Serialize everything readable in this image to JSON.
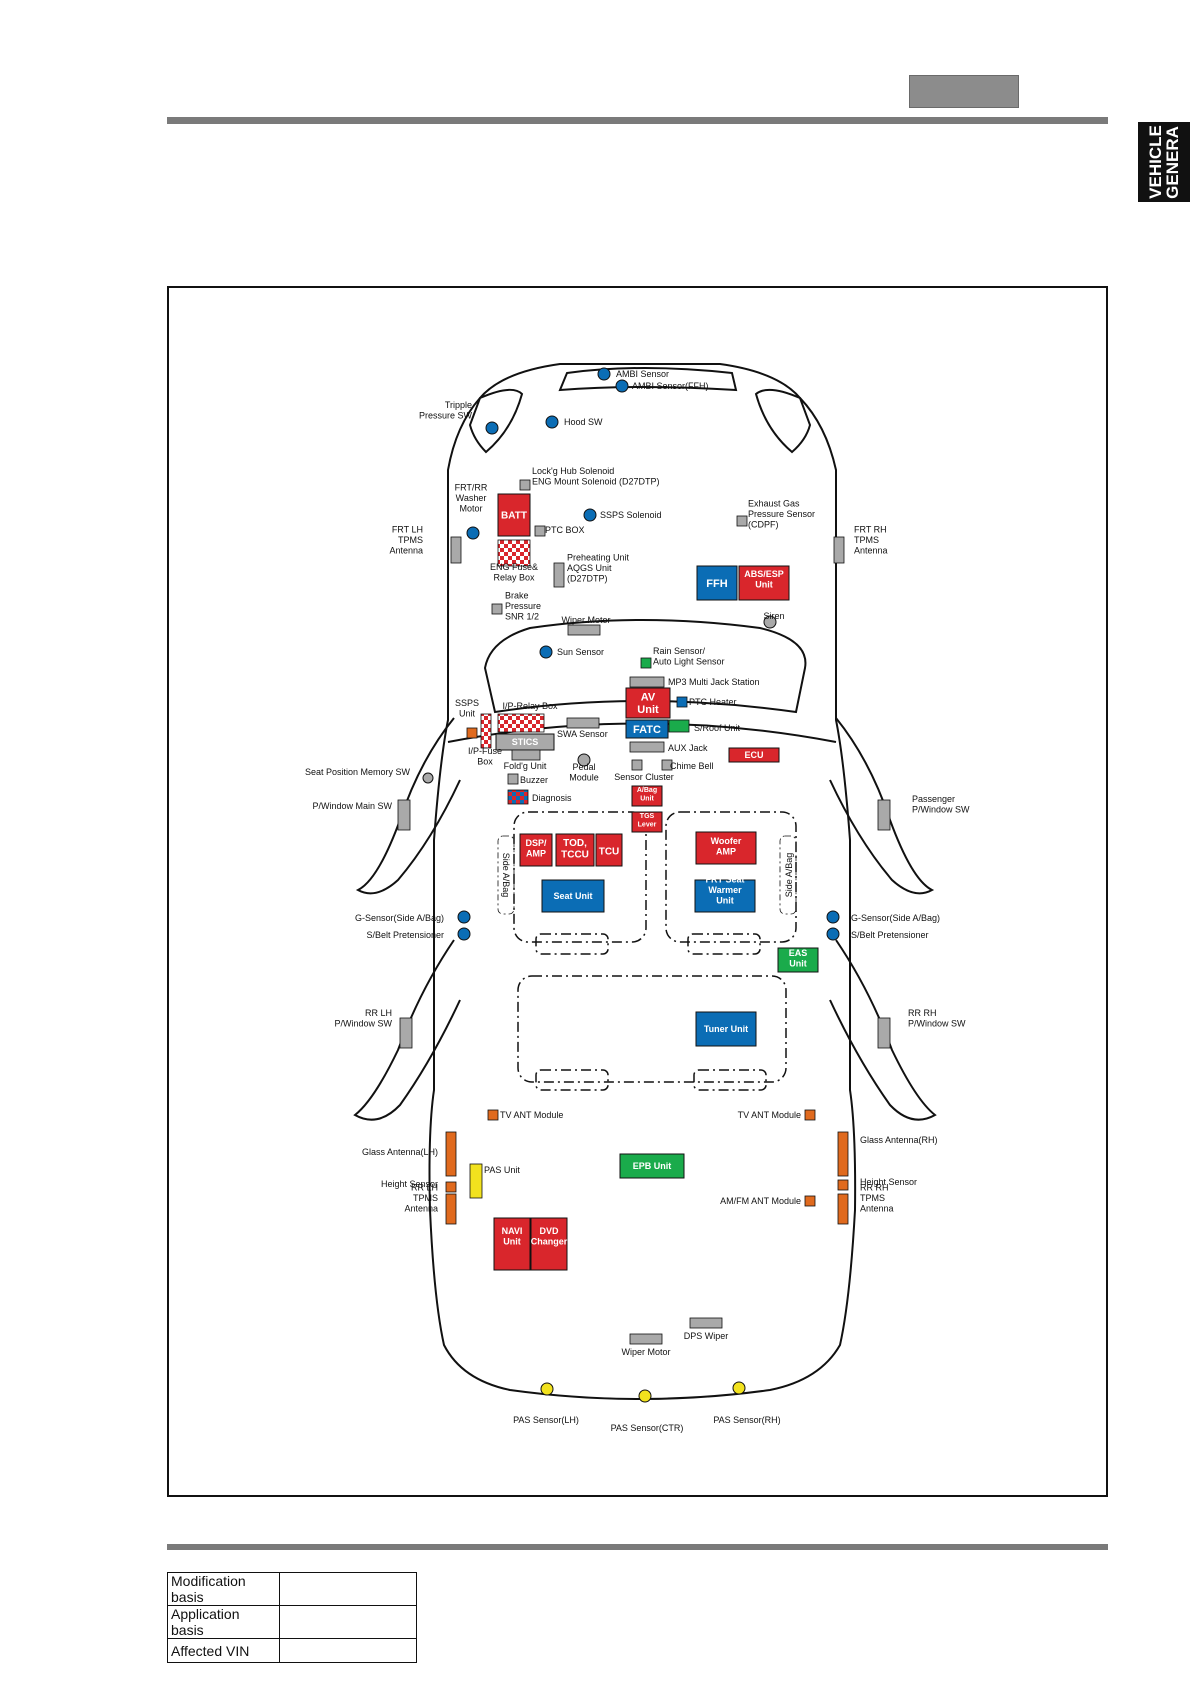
{
  "side_tab": {
    "text": "VEHICLE\nGENERA"
  },
  "footer": {
    "rows": [
      {
        "label": "Modification basis",
        "value": ""
      },
      {
        "label": "Application basis",
        "value": ""
      },
      {
        "label": "Affected VIN",
        "value": ""
      }
    ]
  },
  "colors": {
    "red": "#d9262c",
    "blue": "#0b6db5",
    "gray": "#a9a9a9",
    "green": "#1aab4b",
    "orange": "#e06a1e",
    "yellow": "#f2e21e",
    "dark": "#111111"
  },
  "components": [
    {
      "label": "AMBI Sensor",
      "kind": "circle",
      "color": "blue"
    },
    {
      "label": "AMBI Sensor(FFH)",
      "kind": "circle",
      "color": "blue"
    },
    {
      "label": "Tripple\nPressure SW",
      "kind": "circle",
      "color": "blue"
    },
    {
      "label": "Hood SW",
      "kind": "circle",
      "color": "blue"
    },
    {
      "label": "Lock'g Hub Solenoid\nENG Mount Solenoid (D27DTP)",
      "kind": "square",
      "color": "gray"
    },
    {
      "label": "FRT/RR\nWasher\nMotor",
      "kind": "circle",
      "color": "blue"
    },
    {
      "label": "BATT",
      "kind": "box",
      "color": "red"
    },
    {
      "label": "PTC BOX",
      "kind": "square",
      "color": "gray"
    },
    {
      "label": "SSPS Solenoid",
      "kind": "circle",
      "color": "blue"
    },
    {
      "label": "Exhaust Gas\nPressure Sensor\n(CDPF)",
      "kind": "square",
      "color": "gray"
    },
    {
      "label": "FRT LH\nTPMS\nAntenna",
      "kind": "bar",
      "color": "gray"
    },
    {
      "label": "FRT RH\nTPMS\nAntenna",
      "kind": "bar",
      "color": "gray"
    },
    {
      "label": "ENG Fuse&\nRelay Box",
      "kind": "checker",
      "color": "red"
    },
    {
      "label": "Preheating Unit\nAQGS Unit\n(D27DTP)",
      "kind": "bar",
      "color": "gray"
    },
    {
      "label": "FFH",
      "kind": "box",
      "color": "blue"
    },
    {
      "label": "ABS/ESP\nUnit",
      "kind": "box",
      "color": "red"
    },
    {
      "label": "Brake\nPressure\nSNR 1/2",
      "kind": "square",
      "color": "gray"
    },
    {
      "label": "Wiper Motor",
      "kind": "bar",
      "color": "gray"
    },
    {
      "label": "Siren",
      "kind": "circle",
      "color": "gray"
    },
    {
      "label": "Sun Sensor",
      "kind": "circle",
      "color": "blue"
    },
    {
      "label": "Rain Sensor/\nAuto Light Sensor",
      "kind": "square",
      "color": "green"
    },
    {
      "label": "MP3 Multi Jack Station",
      "kind": "bar",
      "color": "gray"
    },
    {
      "label": "SSPS\nUnit",
      "kind": "square",
      "color": "orange"
    },
    {
      "label": "I/P-Relay Box",
      "kind": "checker",
      "color": "red"
    },
    {
      "label": "AV\nUnit",
      "kind": "box",
      "color": "red"
    },
    {
      "label": "PTC Heater",
      "kind": "square",
      "color": "blue"
    },
    {
      "label": "SWA Sensor",
      "kind": "bar",
      "color": "gray"
    },
    {
      "label": "FATC",
      "kind": "box",
      "color": "blue"
    },
    {
      "label": "S/Roof Unit",
      "kind": "square",
      "color": "green"
    },
    {
      "label": "STICS",
      "kind": "box",
      "color": "gray"
    },
    {
      "label": "AUX Jack",
      "kind": "bar",
      "color": "gray"
    },
    {
      "label": "ECU",
      "kind": "box",
      "color": "red"
    },
    {
      "label": "I/P-Fuse\nBox",
      "kind": "checker",
      "color": "red"
    },
    {
      "label": "Fold'g Unit",
      "kind": "bar",
      "color": "gray"
    },
    {
      "label": "Pedal\nModule",
      "kind": "circle",
      "color": "gray"
    },
    {
      "label": "Chime Bell",
      "kind": "square",
      "color": "gray"
    },
    {
      "label": "Sensor Cluster",
      "kind": "square",
      "color": "gray"
    },
    {
      "label": "Seat Position Memory SW",
      "kind": "circle",
      "color": "gray"
    },
    {
      "label": "Buzzer",
      "kind": "square",
      "color": "gray"
    },
    {
      "label": "Diagnosis",
      "kind": "checker",
      "color": "blue"
    },
    {
      "label": "A/Bag\nUnit",
      "kind": "box",
      "color": "red"
    },
    {
      "label": "P/Window Main SW",
      "kind": "bar",
      "color": "gray"
    },
    {
      "label": "Passenger\nP/Window SW",
      "kind": "bar",
      "color": "gray"
    },
    {
      "label": "TGS\nLever",
      "kind": "box",
      "color": "red"
    },
    {
      "label": "DSP/\nAMP",
      "kind": "box",
      "color": "red"
    },
    {
      "label": "TOD,\nTCCU",
      "kind": "box",
      "color": "red"
    },
    {
      "label": "TCU",
      "kind": "box",
      "color": "red"
    },
    {
      "label": "Woofer\nAMP",
      "kind": "box",
      "color": "red"
    },
    {
      "label": "Side A/Bag",
      "kind": "outline",
      "color": "dark"
    },
    {
      "label": "Side A/Bag",
      "kind": "outline",
      "color": "dark"
    },
    {
      "label": "Seat Unit",
      "kind": "box",
      "color": "blue"
    },
    {
      "label": "FRT Seat\nWarmer\nUnit",
      "kind": "box",
      "color": "blue"
    },
    {
      "label": "G-Sensor(Side A/Bag)",
      "kind": "circle",
      "color": "blue"
    },
    {
      "label": "S/Belt Pretensioner",
      "kind": "circle",
      "color": "blue"
    },
    {
      "label": "G-Sensor(Side A/Bag)",
      "kind": "circle",
      "color": "blue"
    },
    {
      "label": "S/Belt Pretensioner",
      "kind": "circle",
      "color": "blue"
    },
    {
      "label": "EAS\nUnit",
      "kind": "box",
      "color": "green"
    },
    {
      "label": "RR LH\nP/Window SW",
      "kind": "bar",
      "color": "gray"
    },
    {
      "label": "RR RH\nP/Window SW",
      "kind": "bar",
      "color": "gray"
    },
    {
      "label": "Tuner Unit",
      "kind": "box",
      "color": "blue"
    },
    {
      "label": "TV ANT Module",
      "kind": "square",
      "color": "orange"
    },
    {
      "label": "TV ANT Module",
      "kind": "square",
      "color": "orange"
    },
    {
      "label": "Glass Antenna(LH)",
      "kind": "bar",
      "color": "orange"
    },
    {
      "label": "Glass Antenna(RH)",
      "kind": "bar",
      "color": "orange"
    },
    {
      "label": "EPB Unit",
      "kind": "box",
      "color": "green"
    },
    {
      "label": "PAS Unit",
      "kind": "bar",
      "color": "yellow"
    },
    {
      "label": "Height Sensor",
      "kind": "square",
      "color": "orange"
    },
    {
      "label": "Height Sensor",
      "kind": "square",
      "color": "orange"
    },
    {
      "label": "AM/FM ANT Module",
      "kind": "square",
      "color": "orange"
    },
    {
      "label": "RR LH\nTPMS\nAntenna",
      "kind": "bar",
      "color": "orange"
    },
    {
      "label": "RR RH\nTPMS\nAntenna",
      "kind": "bar",
      "color": "orange"
    },
    {
      "label": "NAVI\nUnit",
      "kind": "box",
      "color": "red"
    },
    {
      "label": "DVD\nChanger",
      "kind": "box",
      "color": "red"
    },
    {
      "label": "DPS Wiper",
      "kind": "bar",
      "color": "gray"
    },
    {
      "label": "Wiper Motor",
      "kind": "bar",
      "color": "gray"
    },
    {
      "label": "PAS Sensor(LH)",
      "kind": "circle",
      "color": "yellow"
    },
    {
      "label": "PAS Sensor(CTR)",
      "kind": "circle",
      "color": "yellow"
    },
    {
      "label": "PAS Sensor(RH)",
      "kind": "circle",
      "color": "yellow"
    }
  ]
}
